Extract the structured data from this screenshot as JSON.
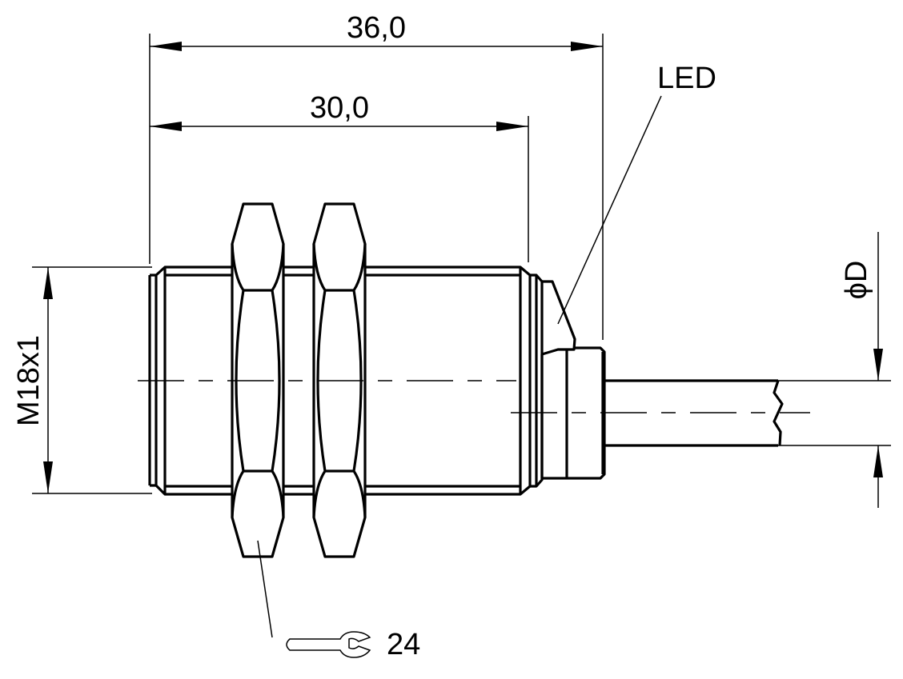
{
  "dimensions": {
    "overall_length": "36,0",
    "body_length": "30,0",
    "thread": "M18x1",
    "cable_diameter": "ϕD",
    "wrench_size": "24"
  },
  "labels": {
    "led": "LED"
  },
  "icons": {
    "wrench": "open-end-wrench-icon"
  }
}
